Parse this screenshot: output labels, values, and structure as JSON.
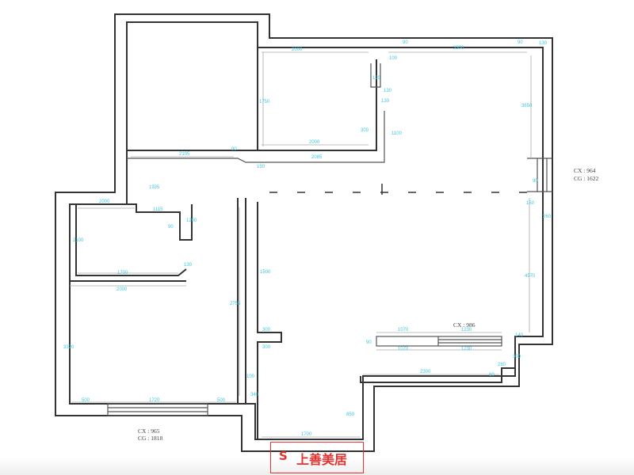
{
  "annotations": {
    "bedroom_right": {
      "cx": "CX : 964",
      "cg": "CG : 1622"
    },
    "bedroom_bottom_left": {
      "cx": "CX : 965",
      "cg": "CG : 1818"
    },
    "window_bottom": {
      "cx": "CX : 986"
    }
  },
  "dimensions": {
    "top_mid": "2000",
    "top_right": "3300",
    "top_small_a": "90",
    "top_small_b": "90",
    "top_corner": "130",
    "niche_a": "120",
    "niche_b": "100",
    "niche_w": "130",
    "niche_w2": "130",
    "niche_h": "300",
    "niche_h2": "1100",
    "mid_vertical": "1750",
    "mid_bottom": "2000",
    "mid_bottom2": "2085",
    "left_top": "2105",
    "small_90": "90",
    "small_150": "150",
    "right_vertical": "3650",
    "right_lower": "90",
    "right_lower2": "150",
    "right_side": "260",
    "left_room_top": "1935",
    "bath_top": "2000",
    "bath_mid": "1115",
    "bath_v": "90",
    "bath_v2": "1200",
    "bath_left": "2100",
    "bath_130": "130",
    "bath_bottom": "1700",
    "bed_top": "2000",
    "bed_left": "3320",
    "bed_500a": "500",
    "bed_1720": "1720",
    "bed_500b": "500",
    "corr_v": "2755",
    "corr_v2": "1500",
    "corr_300": "300",
    "corr_300b": "300",
    "corr_100": "100",
    "corr_340": "340",
    "win_1070": "1070",
    "win_1230": "1230",
    "win_1070b": "1070",
    "win_1230b": "1230",
    "win_140": "140",
    "win_90": "90",
    "step_2300": "2300",
    "step_280": "280",
    "step_60": "60",
    "step_300": "300",
    "bottom_1700": "1700",
    "bottom_v": "850",
    "living_v": "4570"
  },
  "logo": {
    "mark": "S",
    "text": "上善美居"
  },
  "colors": {
    "dimension": "#3cc8e0",
    "wall": "#333333",
    "logo": "#e2312f"
  }
}
